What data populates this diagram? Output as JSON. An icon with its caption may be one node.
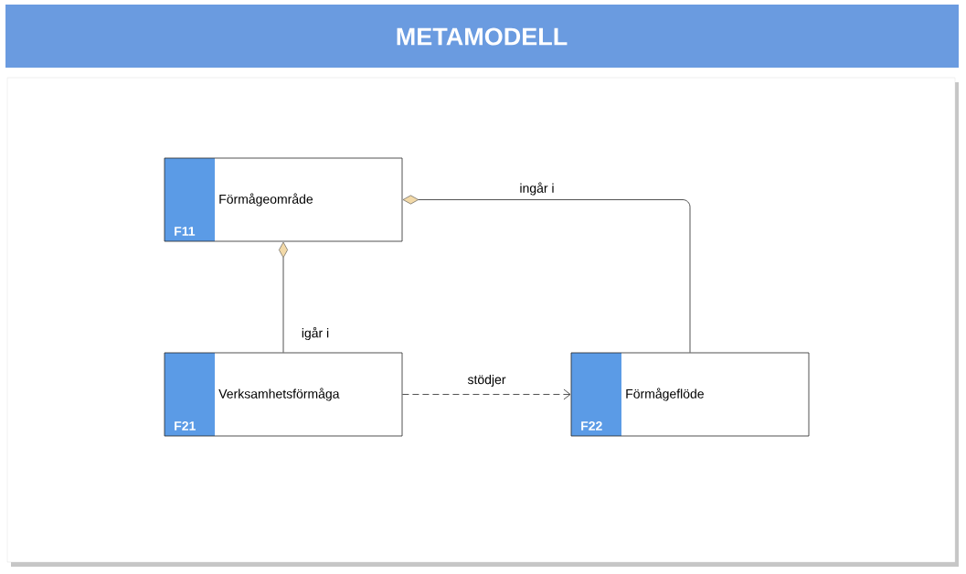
{
  "diagram": {
    "title": "METAMODELL",
    "nodes": [
      {
        "text": [
          "Förmågeområde",
          "F11"
        ]
      },
      {
        "text": [
          "Verksamhetsförmåga",
          "F21"
        ]
      },
      {
        "text": [
          "Förmågeflöde",
          "F22"
        ]
      }
    ],
    "edges": [
      {
        "from": 1,
        "to": 0,
        "arrow": "other",
        "label": "igår i"
      },
      {
        "from": 2,
        "to": 0,
        "arrow": "other",
        "label": "ingår i"
      },
      {
        "from": 1,
        "to": 2,
        "arrow": "to",
        "label": "stödjer",
        "style": "dashed"
      }
    ]
  }
}
